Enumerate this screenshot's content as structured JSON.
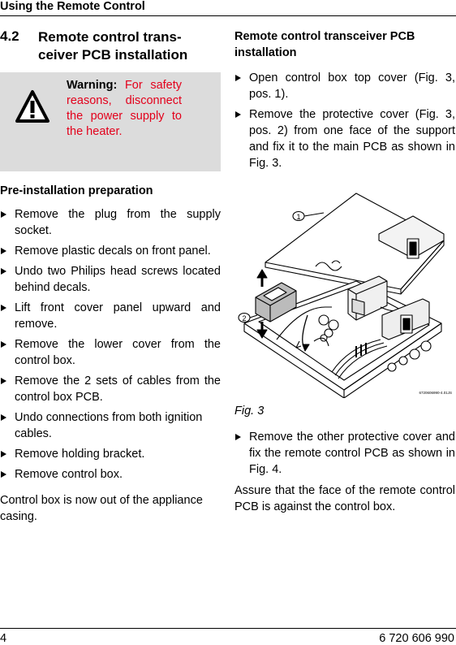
{
  "header": {
    "title": "Using the Remote Control"
  },
  "section": {
    "number": "4.2",
    "title": "Remote control trans-ceiver PCB installation"
  },
  "warning": {
    "icon": "warning-triangle-icon",
    "label": "Warning:",
    "text": "For safety reasons, disconnect the power supply to the heater.",
    "color": "#e3001b"
  },
  "pre_install": {
    "heading": "Pre-installation preparation",
    "steps": [
      "Remove the plug from the supply socket.",
      "Remove plastic decals on front panel.",
      "Undo two Philips head screws located behind decals.",
      "Lift front cover panel upward and remove.",
      "Remove the lower cover from the control box.",
      "Remove the 2 sets of cables from the control box PCB.",
      "Undo connections from both ignition cables.",
      "Remove holding bracket.",
      "Remove control box."
    ],
    "closing": "Control box is now out of the appliance casing."
  },
  "transceiver": {
    "heading": "Remote control transceiver PCB installation",
    "steps": [
      "Open control box top cover (Fig. 3, pos. 1).",
      "Remove the protective cover (Fig. 3, pos. 2) from one face of the support and fix it to the main PCB as shown in Fig. 3."
    ],
    "steps_after": [
      "Remove the other protective cover and fix the remote control PCB as shown in Fig. 4."
    ],
    "closing": "Assure that the face of the remote control PCB is against the control box."
  },
  "figure": {
    "caption": "Fig. 3",
    "callouts": [
      "1",
      "2"
    ],
    "code": "6720606990-4.01JS"
  },
  "footer": {
    "page": "4",
    "doc": "6 720 606 990"
  }
}
